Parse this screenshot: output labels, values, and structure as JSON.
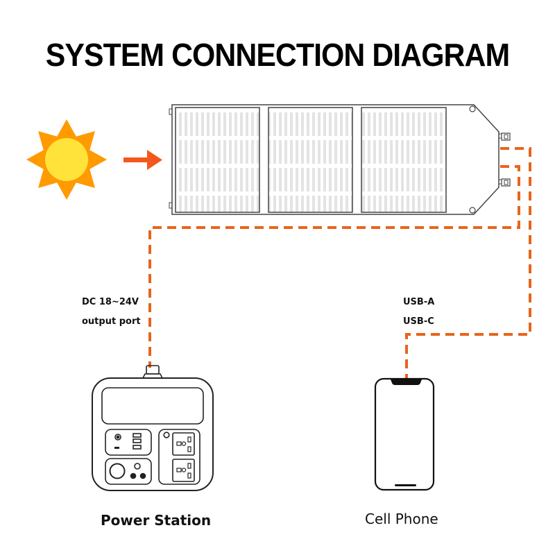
{
  "title": "SYSTEM CONNECTION DIAGRAM",
  "colors": {
    "cable": "#e8641c",
    "arrow": "#f4581c",
    "sun_rays": "#ff9a00",
    "sun_core": "#ffe33a",
    "outline": "#444444",
    "cell_lines": "#d8d8d8"
  },
  "icons": {
    "sun": "sun-icon",
    "arrow": "arrow-right-icon",
    "solar_panel": "solar-panel-icon",
    "power_station": "power-station-icon",
    "phone": "cell-phone-icon"
  },
  "solar_panel": {
    "panel_count": 3
  },
  "labels": {
    "dc_port_line1": "DC 18~24V",
    "dc_port_line2": "output port",
    "usb_line1": "USB-A",
    "usb_line2": "USB-C"
  },
  "devices": {
    "power_station": "Power Station",
    "cell_phone": "Cell Phone"
  }
}
